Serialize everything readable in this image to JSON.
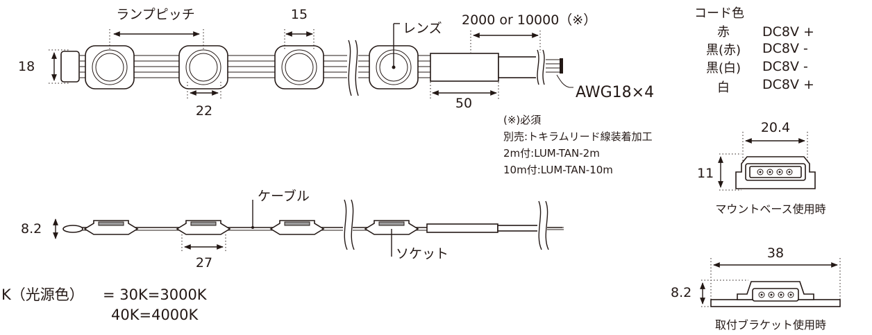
{
  "top": {
    "lamp_pitch": "ランプピッチ",
    "dim_15": "15",
    "lens": "レンズ",
    "cable_length": "2000 or 10000（※）",
    "dim_18": "18",
    "dim_22": "22",
    "dim_50": "50",
    "awg": "AWG18×4"
  },
  "notes": {
    "required": "(※)必須",
    "sold_separately": "別売:トキラムリード線装着加工",
    "with_2m": "2m付:LUM-TAN-2m",
    "with_10m": "10m付:LUM-TAN-10m"
  },
  "side": {
    "cable": "ケーブル",
    "dim_82": "8.2",
    "dim_27": "27",
    "socket": "ソケット"
  },
  "color_temp": {
    "label": "K（光源色）",
    "line1": "= 30K=3000K",
    "line2": "40K=4000K"
  },
  "cord": {
    "title": "コード色",
    "rows": [
      {
        "color": "赤",
        "value": "DC8V +"
      },
      {
        "color": "黒(赤)",
        "value": "DC8V -"
      },
      {
        "color": "黒(白)",
        "value": "DC8V -"
      },
      {
        "color": "白",
        "value": "DC8V +"
      }
    ]
  },
  "mount": {
    "width": "20.4",
    "height": "11",
    "caption": "マウントベース使用時"
  },
  "bracket": {
    "width": "38",
    "height": "8.2",
    "caption": "取付ブラケット使用時"
  }
}
